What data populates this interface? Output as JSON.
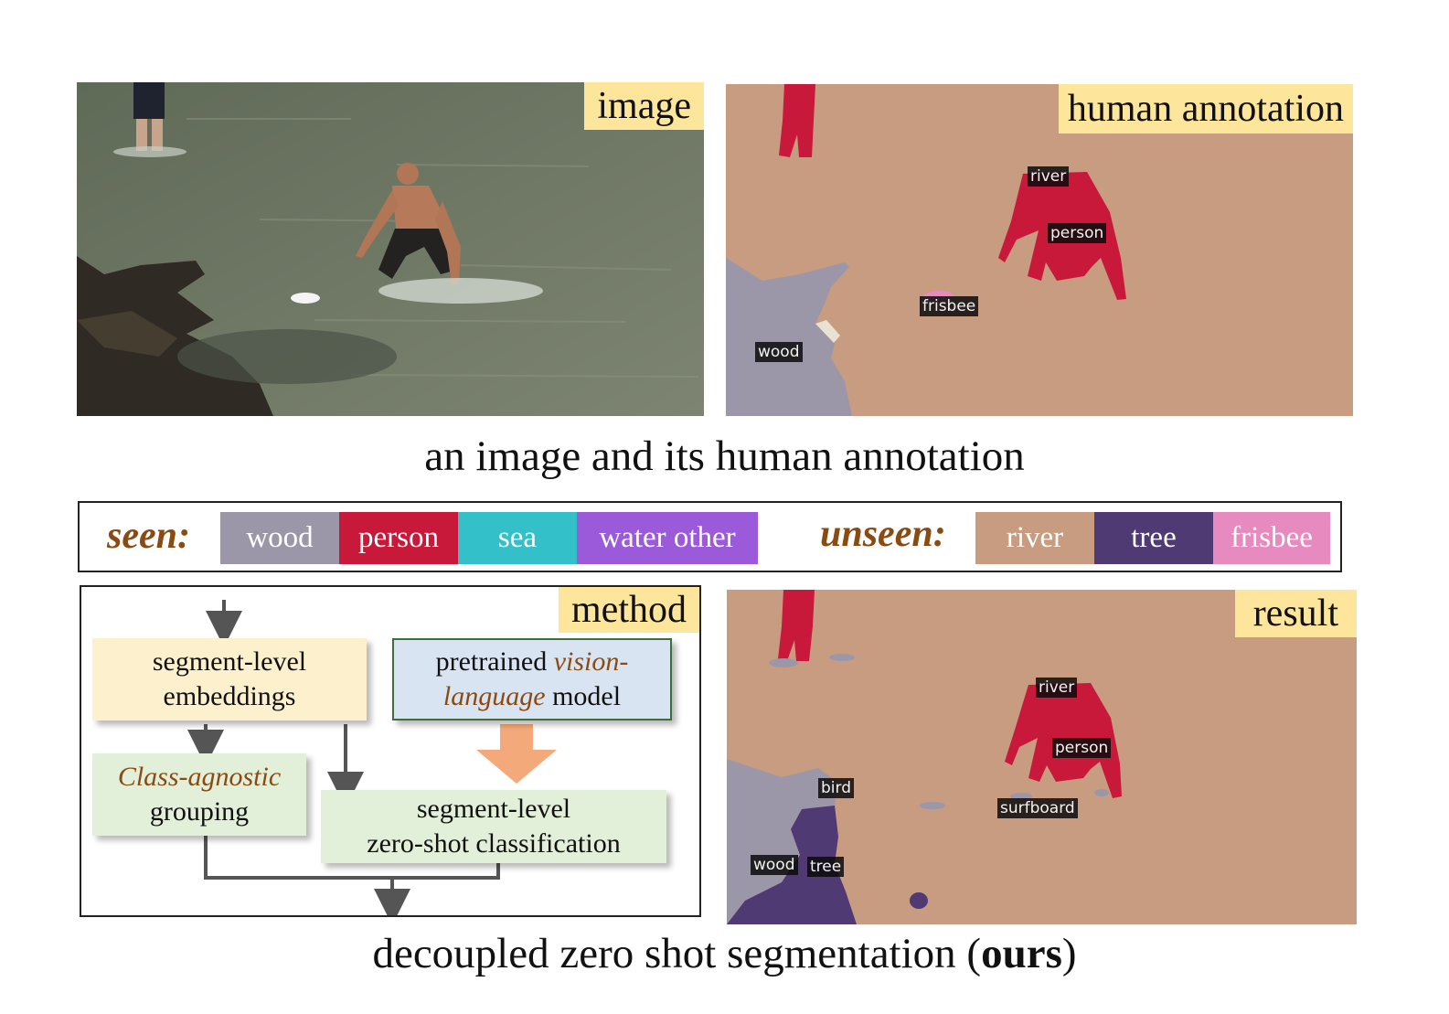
{
  "top": {
    "image_tag": "image",
    "annotation_tag": "human annotation",
    "annotation_labels": {
      "river": "river",
      "person": "person",
      "frisbee": "frisbee",
      "wood": "wood"
    },
    "caption": "an image and its human annotation"
  },
  "legend": {
    "seen_label": "seen:",
    "unseen_label": "unseen:",
    "seen": [
      {
        "name": "wood",
        "color": "#9b97a8"
      },
      {
        "name": "person",
        "color": "#c8193a"
      },
      {
        "name": "sea",
        "color": "#33c0c9"
      },
      {
        "name": "water other",
        "color": "#9a5ad9"
      }
    ],
    "unseen": [
      {
        "name": "river",
        "color": "#c89c80"
      },
      {
        "name": "tree",
        "color": "#4f3a73"
      },
      {
        "name": "frisbee",
        "color": "#e68ac0"
      }
    ]
  },
  "method": {
    "tag": "method",
    "embeddings": {
      "line1": "segment-level",
      "line2": "embeddings"
    },
    "grouping": {
      "line1": "Class-agnostic",
      "line2": "grouping"
    },
    "vlm": {
      "pre": "pretrained ",
      "it1": "vision-",
      "it2": "language",
      "post": " model"
    },
    "zsc": {
      "line1": "segment-level",
      "line2": "zero-shot classification"
    }
  },
  "result": {
    "tag": "result",
    "labels": {
      "river": "river",
      "person": "person",
      "bird": "bird",
      "surfboard": "surfboard",
      "wood": "wood",
      "tree": "tree"
    }
  },
  "bottom_caption": {
    "pre": "decoupled zero shot segmentation (",
    "bold": "ours",
    "post": ")"
  },
  "colors": {
    "tag_bg": "#fde69b",
    "river": "#c89c80",
    "person": "#c8193a",
    "wood": "#9b97a8",
    "tree": "#4f3a73",
    "water": "#6c7560"
  }
}
